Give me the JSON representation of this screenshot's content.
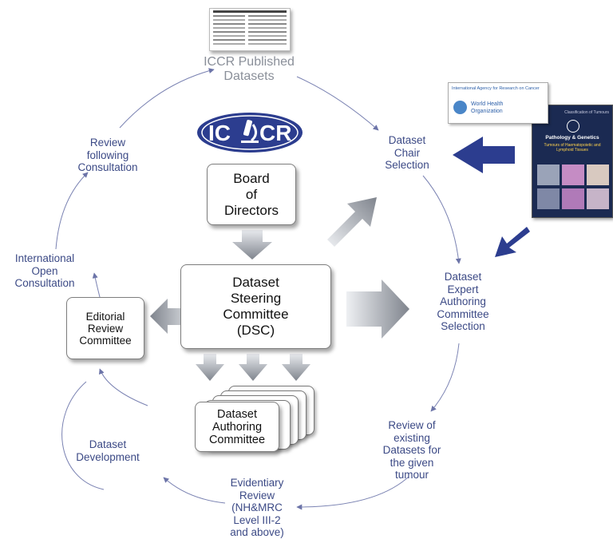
{
  "nodes": {
    "published": "ICCR Published\nDatasets",
    "chair": "Dataset\nChair\nSelection",
    "expert": "Dataset\nExpert\nAuthoring\nCommittee\nSelection",
    "existing": "Review of\nexisting\nDatasets for\nthe given\ntumour",
    "evidentiary": "Evidentiary\nReview\n(NH&MRC\nLevel III-2\nand above)",
    "development": "Dataset\nDevelopment",
    "consultation": "International\nOpen\nConsultation",
    "review_following": "Review\nfollowing\nConsultation"
  },
  "boxes": {
    "board": "Board\nof\nDirectors",
    "dsc": "Dataset\nSteering\nCommittee\n(DSC)",
    "editorial": "Editorial\nReview\nCommittee",
    "authoring": "Dataset\nAuthoring\nCommittee"
  },
  "logo": {
    "left": "IC",
    "right": "CR"
  },
  "iarc": {
    "agency": "International Agency for Research on Cancer",
    "who_line1": "World Health",
    "who_line2": "Organization"
  },
  "book": {
    "series": "Classification of Tumours",
    "title": "Pathology & Genetics",
    "subtitle": "Tumours of Haematopoietic and Lymphoid Tissues"
  },
  "colors": {
    "flow_blue": "#2c3d8f",
    "text_blue": "#3c4a86",
    "logo_blue": "#2c3d8f",
    "arrow_grey": "#8f939c"
  }
}
